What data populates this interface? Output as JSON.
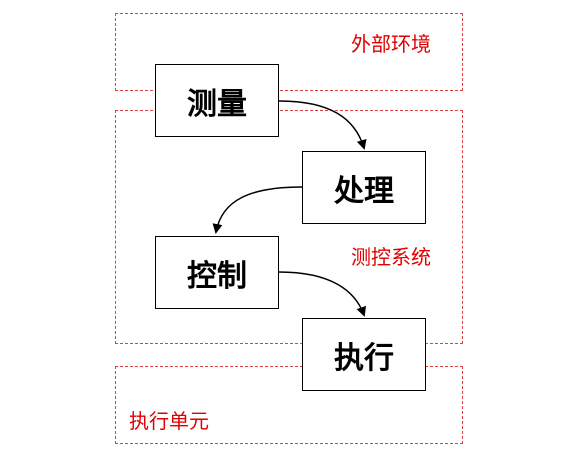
{
  "regions": {
    "external": {
      "label": "外部环境"
    },
    "control_system": {
      "label": "测控系统"
    },
    "execution_unit": {
      "label": "执行单元"
    }
  },
  "steps": [
    {
      "label": "测量"
    },
    {
      "label": "处理"
    },
    {
      "label": "控制"
    },
    {
      "label": "执行"
    }
  ],
  "colors": {
    "region_border": "#e04040",
    "region_label": "#e00000",
    "box_border": "#000000",
    "arrow": "#000000"
  }
}
